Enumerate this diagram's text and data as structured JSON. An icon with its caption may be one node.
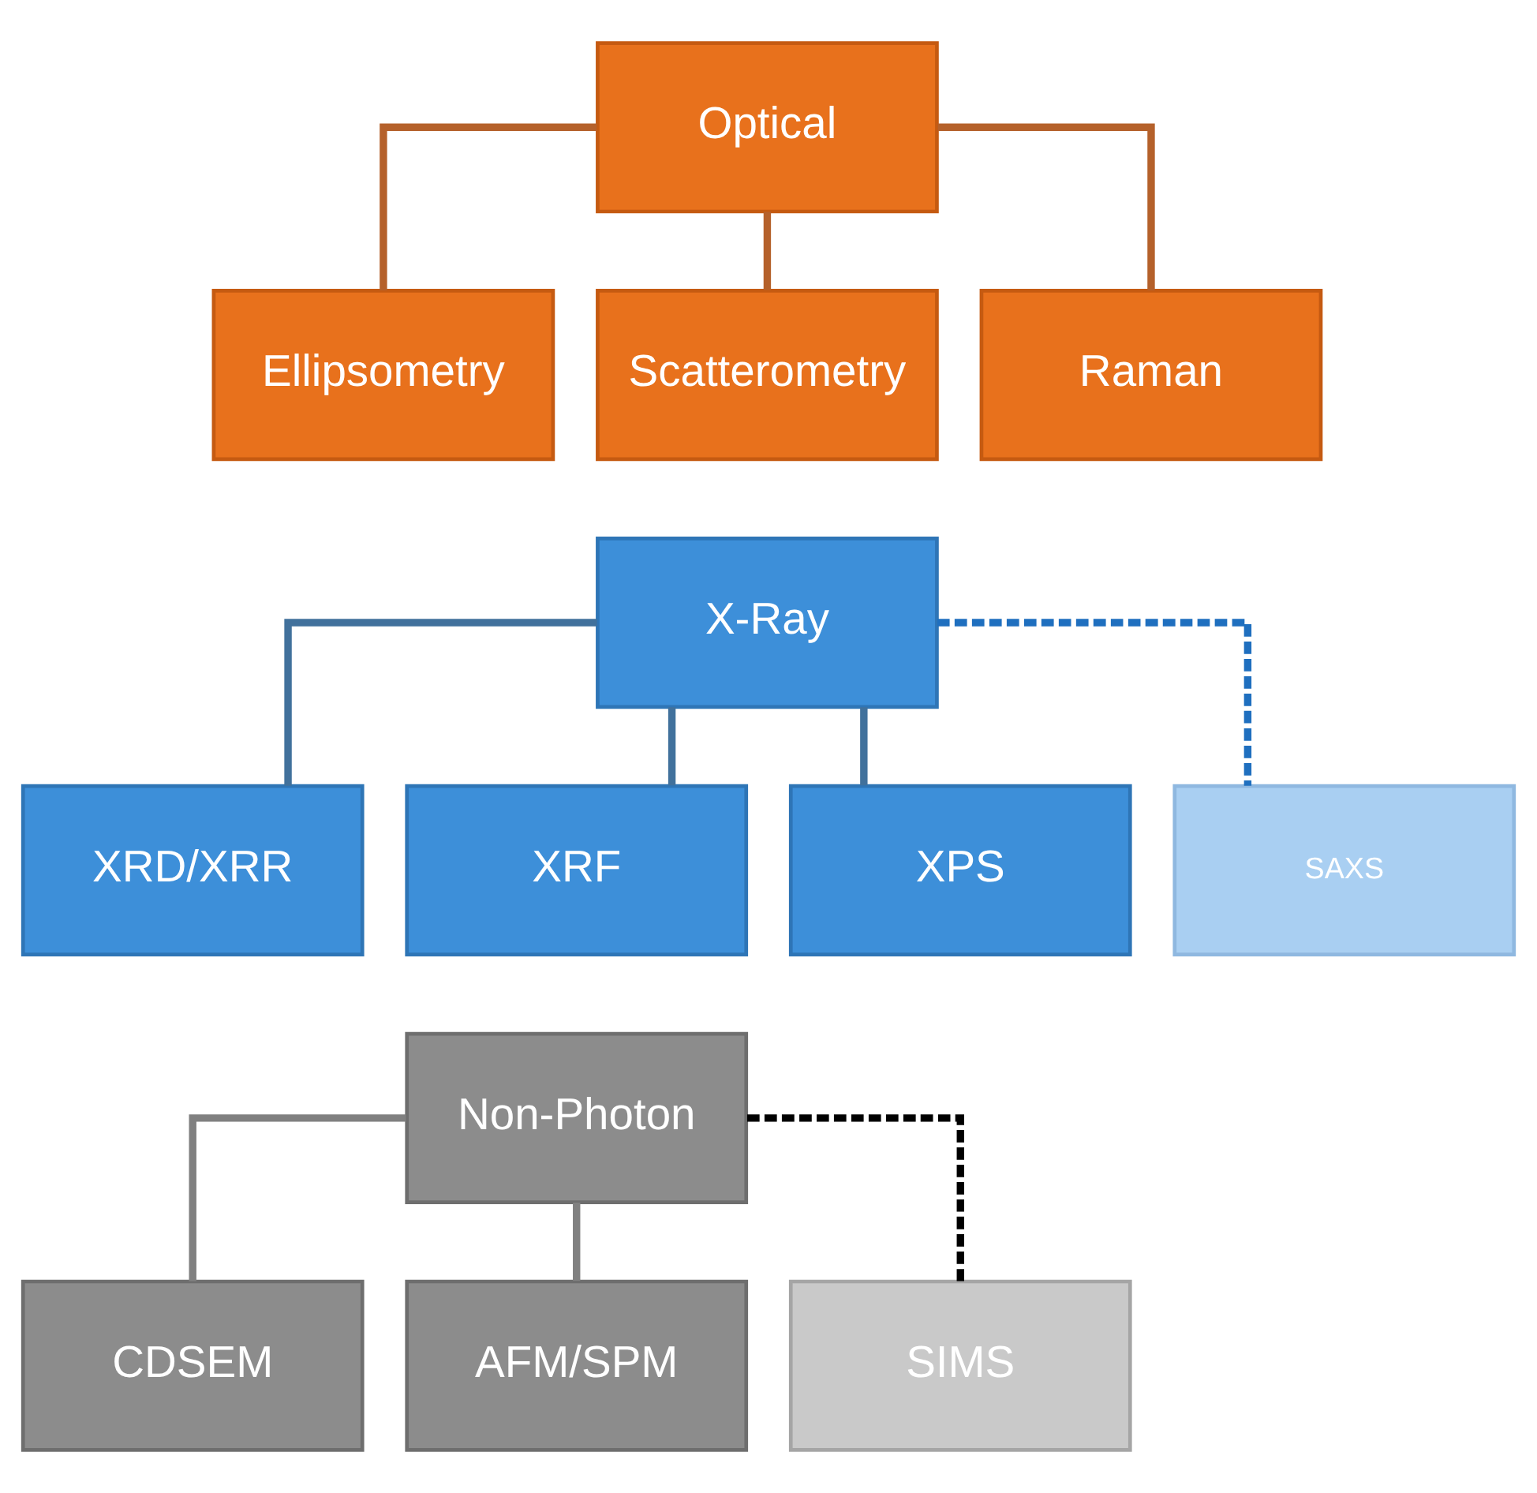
{
  "diagram": {
    "nodes": [
      {
        "text": [
          "Optical"
        ]
      },
      {
        "text": [
          "Ellipsometry"
        ]
      },
      {
        "text": [
          "Scatterometry"
        ]
      },
      {
        "text": [
          "Raman"
        ]
      },
      {
        "text": [
          "X-Ray"
        ]
      },
      {
        "text": [
          "XRD/XRR"
        ]
      },
      {
        "text": [
          "XRF"
        ]
      },
      {
        "text": [
          "XPS"
        ]
      },
      {
        "text": [
          "SAXS"
        ]
      },
      {
        "text": [
          "Non-Photon"
        ]
      },
      {
        "text": [
          "CDSEM"
        ]
      },
      {
        "text": [
          "AFM/SPM"
        ]
      },
      {
        "text": [
          "SIMS"
        ]
      }
    ],
    "edges": [
      {
        "from": 0,
        "to": 1,
        "arrow": "none",
        "color": "#b5612b"
      },
      {
        "from": 0,
        "to": 2,
        "arrow": "none",
        "color": "#b5612b"
      },
      {
        "from": 0,
        "to": 3,
        "arrow": "none",
        "color": "#b5612b"
      },
      {
        "from": 4,
        "to": 5,
        "arrow": "none",
        "color": "#41719c"
      },
      {
        "from": 4,
        "to": 6,
        "arrow": "none",
        "color": "#41719c"
      },
      {
        "from": 4,
        "to": 7,
        "arrow": "none",
        "color": "#41719c"
      },
      {
        "from": 4,
        "to": 8,
        "arrow": "none",
        "style": "dashed",
        "color": "#1f6fbf"
      },
      {
        "from": 9,
        "to": 10,
        "arrow": "none",
        "color": "#808080"
      },
      {
        "from": 9,
        "to": 11,
        "arrow": "none",
        "color": "#808080"
      },
      {
        "from": 9,
        "to": 12,
        "arrow": "none",
        "style": "dashed",
        "color": "#000000"
      }
    ]
  }
}
